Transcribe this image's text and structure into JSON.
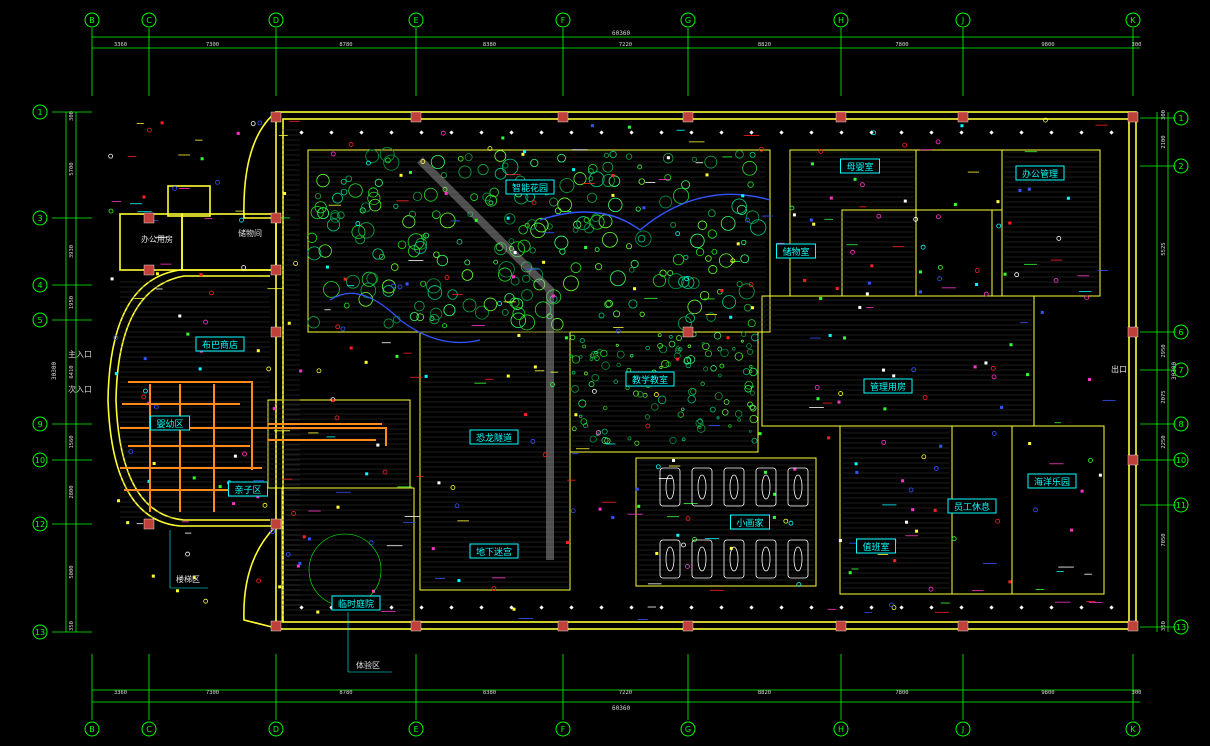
{
  "drawing": {
    "background": "#000000",
    "colors": {
      "grid": "#00ff00",
      "wall": "#ffff33",
      "label_box": "#00ffff",
      "column": "#c0403a",
      "accent_red": "#ff2020",
      "accent_magenta": "#ff33cc",
      "accent_blue": "#3355ff",
      "accent_orange": "#ff8a1a",
      "dim_text": "#cfcfcf"
    }
  },
  "axes": {
    "top_columns": [
      "B",
      "C",
      "D",
      "E",
      "F",
      "G",
      "H",
      "J",
      "K"
    ],
    "bottom_columns": [
      "B",
      "C",
      "D",
      "E",
      "F",
      "G",
      "H",
      "J",
      "K"
    ],
    "left_rows": [
      "1",
      "3",
      "4",
      "5",
      "9",
      "10",
      "12",
      "13"
    ],
    "right_rows": [
      "1",
      "2",
      "6",
      "7",
      "8",
      "10",
      "11",
      "13"
    ]
  },
  "dimensions": {
    "total_horizontal": "60360",
    "horizontal_segments": [
      "3360",
      "7300",
      "8780",
      "8380",
      "7220",
      "8820",
      "7800",
      "9800",
      "300"
    ],
    "left_vertical_total": "30300",
    "left_vertical_segments": [
      "300",
      "5700",
      "3930",
      "1950",
      "6410",
      "1560",
      "2800",
      "5000",
      "350"
    ],
    "right_vertical_total": "30300",
    "right_vertical_segments": [
      "300",
      "2100",
      "5525",
      "2950",
      "2075",
      "2250",
      "7050",
      "350"
    ]
  },
  "rooms": [
    {
      "id": "garden",
      "label": "智能花园"
    },
    {
      "id": "bucha",
      "label": "布巴商店"
    },
    {
      "id": "child-area",
      "label": "婴幼区"
    },
    {
      "id": "parent-child",
      "label": "亲子区"
    },
    {
      "id": "lin-ting",
      "label": "临时庭院"
    },
    {
      "id": "dino-tunnel",
      "label": "恐龙隧道"
    },
    {
      "id": "underground",
      "label": "地下迷宫"
    },
    {
      "id": "class-a",
      "label": "教学教室"
    },
    {
      "id": "class-b",
      "label": "小画家"
    },
    {
      "id": "ocean",
      "label": "海洋乐园"
    },
    {
      "id": "duty-room",
      "label": "值班室"
    },
    {
      "id": "manager-room",
      "label": "管理用房"
    },
    {
      "id": "staff",
      "label": "员工休息"
    },
    {
      "id": "office",
      "label": "办公管理"
    },
    {
      "id": "storage",
      "label": "储物室"
    },
    {
      "id": "mother-baby",
      "label": "母婴室"
    }
  ],
  "side_labels": {
    "left_top": "办公用房",
    "left_top2": "储物间",
    "entrance_1": "主入口",
    "entrance_2": "次入口",
    "leader_1": "楼梯区",
    "leader_2": "体验区",
    "right_label": "出口"
  }
}
